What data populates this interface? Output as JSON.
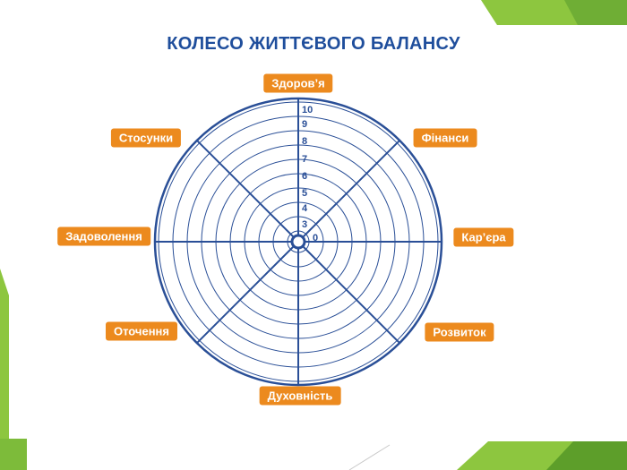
{
  "title": "КОЛЕСО ЖИТТЄВОГО БАЛАНСУ",
  "colors": {
    "title": "#1f4e9c",
    "wheel": "#2a4f97",
    "label_bg": "#ec8a1e",
    "label_text": "#ffffff",
    "deco_green": "#8dc63f",
    "deco_dark_green": "#5d9e2a"
  },
  "scale": {
    "ticks": [
      "0",
      "3",
      "4",
      "5",
      "6",
      "7",
      "8",
      "9",
      "10"
    ]
  },
  "categories": [
    {
      "label": "Здоров’я"
    },
    {
      "label": "Фінанси"
    },
    {
      "label": "Кар’єра"
    },
    {
      "label": "Розвиток"
    },
    {
      "label": "Духовність"
    },
    {
      "label": "Оточення"
    },
    {
      "label": "Задоволення"
    },
    {
      "label": "Стосунки"
    }
  ]
}
